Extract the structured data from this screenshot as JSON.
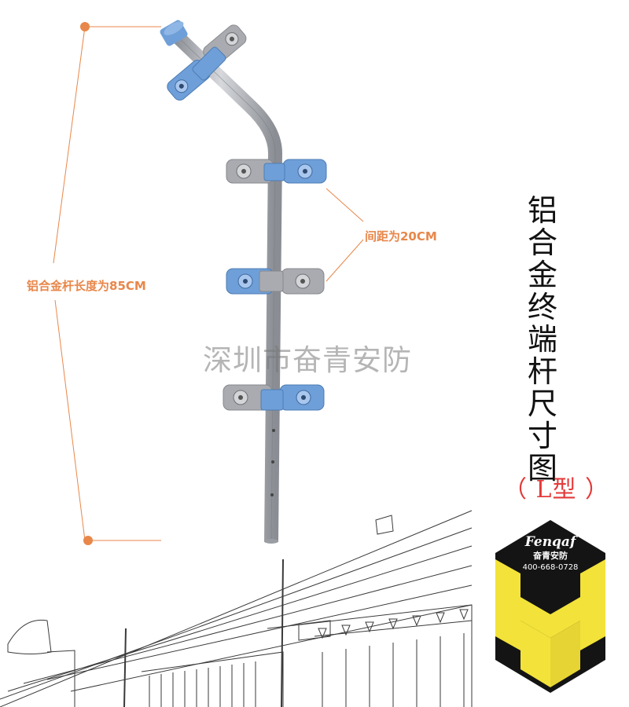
{
  "title": "铝合金终端杆尺寸图",
  "subtitle": "（ L型 ）",
  "dimensions": {
    "spacing_label": "间距为20CM",
    "length_label": "铝合金杆长度为85CM"
  },
  "watermark": "深圳市奋青安防",
  "brand": {
    "name": "Fenqaf",
    "cn_name": "奋青安防",
    "phone": "400-668-0728",
    "colors": {
      "yellow": "#f2e23a",
      "dark": "#141414"
    }
  },
  "colors": {
    "accent_orange": "#e8874a",
    "subtitle_red": "#e43a3a",
    "pole_gray": "#b3b6bc",
    "bracket_blue": "#6f9fd8",
    "bracket_gray": "#a9abb0"
  }
}
